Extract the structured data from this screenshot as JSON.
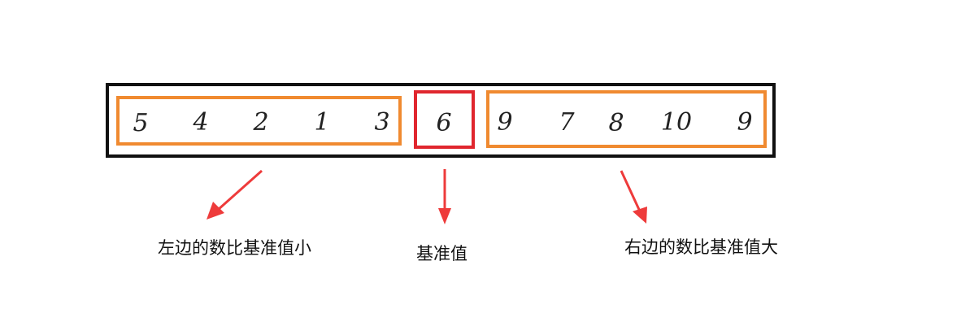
{
  "left_numbers": [
    "5",
    "4",
    "2",
    "1",
    "3"
  ],
  "pivot": "6",
  "right_numbers": [
    "9",
    "7",
    "8",
    "10",
    "9"
  ],
  "labels": {
    "left": "左边的数比基准值小",
    "pivot": "基准值",
    "right": "右边的数比基准值大"
  },
  "colors": {
    "outer_border": "#111111",
    "group_border": "#f08a30",
    "pivot_border": "#e0262e",
    "arrow": "#ee3b3b"
  }
}
